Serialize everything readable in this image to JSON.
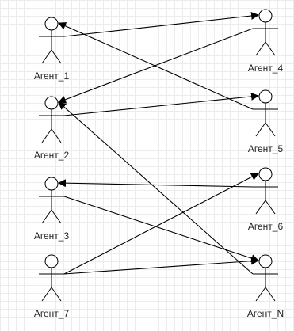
{
  "diagram": {
    "agents": [
      {
        "id": "a1",
        "label": "Агент_1"
      },
      {
        "id": "a2",
        "label": "Агент_2"
      },
      {
        "id": "a3",
        "label": "Агент_3"
      },
      {
        "id": "a7",
        "label": "Агент_7"
      },
      {
        "id": "a4",
        "label": "Агент_4"
      },
      {
        "id": "a5",
        "label": "Агент_5"
      },
      {
        "id": "a6",
        "label": "Агент_6"
      },
      {
        "id": "aN",
        "label": "Агент_N"
      }
    ],
    "connections": [
      {
        "from": "a1",
        "to": "a4"
      },
      {
        "from": "a4",
        "to": "a2"
      },
      {
        "from": "a5",
        "to": "a1"
      },
      {
        "from": "a2",
        "to": "a5"
      },
      {
        "from": "aN",
        "to": "a2"
      },
      {
        "from": "a6",
        "to": "a3"
      },
      {
        "from": "a3",
        "to": "aN"
      },
      {
        "from": "a7",
        "to": "a6"
      },
      {
        "from": "a7",
        "to": "aN"
      }
    ],
    "colors": {
      "line": "#000000",
      "grid": "#ececec",
      "background": "#ffffff"
    }
  }
}
